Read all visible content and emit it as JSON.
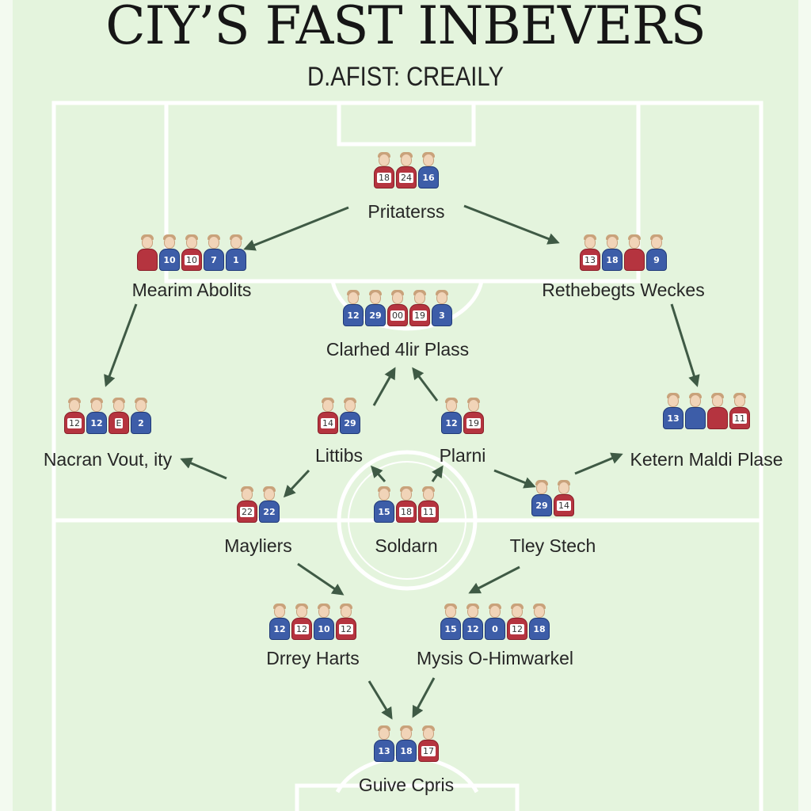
{
  "title": "CIY’S FAST INBEVERS",
  "subtitle": "D.AFIST: CREAILY",
  "colors": {
    "pitch": "#e4f4dd",
    "lines": "#ffffff",
    "arrow": "#3f5a45",
    "team_red": "#b5343f",
    "team_blue": "#3d5da8"
  },
  "nodes": [
    {
      "id": "n1",
      "label": "Pritaterss",
      "players": [
        {
          "team": "red",
          "number": "18"
        },
        {
          "team": "red",
          "number": "24"
        },
        {
          "team": "blue",
          "number": "16"
        }
      ]
    },
    {
      "id": "n2",
      "label": "Mearim Abolits",
      "players": [
        {
          "team": "red",
          "number": ""
        },
        {
          "team": "blue",
          "number": "10"
        },
        {
          "team": "red",
          "number": "10"
        },
        {
          "team": "blue",
          "number": "7"
        },
        {
          "team": "blue",
          "number": "1"
        }
      ]
    },
    {
      "id": "n3",
      "label": "Rethebegts Weckes",
      "players": [
        {
          "team": "red",
          "number": "13"
        },
        {
          "team": "blue",
          "number": "18"
        },
        {
          "team": "red",
          "number": ""
        },
        {
          "team": "blue",
          "number": "9"
        }
      ]
    },
    {
      "id": "n4",
      "label": "Clarhed 4lir Plass",
      "players": [
        {
          "team": "blue",
          "number": "12"
        },
        {
          "team": "blue",
          "number": "29"
        },
        {
          "team": "red",
          "number": "00"
        },
        {
          "team": "red",
          "number": "19"
        },
        {
          "team": "blue",
          "number": "3"
        }
      ]
    },
    {
      "id": "n5",
      "label": "Nacran Vout, ity",
      "players": [
        {
          "team": "red",
          "number": "12"
        },
        {
          "team": "blue",
          "number": "12"
        },
        {
          "team": "red",
          "number": "E"
        },
        {
          "team": "blue",
          "number": "2"
        }
      ]
    },
    {
      "id": "n6",
      "label": "Littibs",
      "players": [
        {
          "team": "red",
          "number": "14"
        },
        {
          "team": "blue",
          "number": "29"
        }
      ]
    },
    {
      "id": "n7",
      "label": "Plarni",
      "players": [
        {
          "team": "blue",
          "number": "12"
        },
        {
          "team": "red",
          "number": "19"
        }
      ]
    },
    {
      "id": "n8",
      "label": "Ketern Maldi Plase",
      "players": [
        {
          "team": "blue",
          "number": "13"
        },
        {
          "team": "blue",
          "number": ""
        },
        {
          "team": "red",
          "number": ""
        },
        {
          "team": "red",
          "number": "11"
        }
      ]
    },
    {
      "id": "n9",
      "label": "Mayliers",
      "players": [
        {
          "team": "red",
          "number": "22"
        },
        {
          "team": "blue",
          "number": "22"
        }
      ]
    },
    {
      "id": "n10",
      "label": "Soldarn",
      "players": [
        {
          "team": "blue",
          "number": "15"
        },
        {
          "team": "red",
          "number": "18"
        },
        {
          "team": "red",
          "number": "11"
        }
      ]
    },
    {
      "id": "n11",
      "label": "Tley Stech",
      "players": [
        {
          "team": "blue",
          "number": "29"
        },
        {
          "team": "red",
          "number": "14"
        }
      ]
    },
    {
      "id": "n12",
      "label": "Drrey Harts",
      "players": [
        {
          "team": "blue",
          "number": "12"
        },
        {
          "team": "red",
          "number": "12"
        },
        {
          "team": "blue",
          "number": "10"
        },
        {
          "team": "red",
          "number": "12"
        }
      ]
    },
    {
      "id": "n13",
      "label": "Mysis O-Himwarkel",
      "players": [
        {
          "team": "blue",
          "number": "15"
        },
        {
          "team": "blue",
          "number": "12"
        },
        {
          "team": "blue",
          "number": "0"
        },
        {
          "team": "red",
          "number": "12"
        },
        {
          "team": "blue",
          "number": "18"
        }
      ]
    },
    {
      "id": "n14",
      "label": "Guive Cpris",
      "players": [
        {
          "team": "blue",
          "number": "13"
        },
        {
          "team": "blue",
          "number": "18"
        },
        {
          "team": "red",
          "number": "17"
        }
      ]
    }
  ],
  "connections": [
    {
      "from": "n1",
      "to": "n2"
    },
    {
      "from": "n1",
      "to": "n3"
    },
    {
      "from": "n2",
      "to": "n5"
    },
    {
      "from": "n3",
      "to": "n8"
    },
    {
      "from": "n6",
      "to": "n4"
    },
    {
      "from": "n7",
      "to": "n4"
    },
    {
      "from": "n6",
      "to": "n5"
    },
    {
      "from": "n6",
      "to": "n9"
    },
    {
      "from": "n7",
      "to": "n11"
    },
    {
      "from": "n11",
      "to": "n8"
    },
    {
      "from": "n10",
      "to": "n6"
    },
    {
      "from": "n10",
      "to": "n7"
    },
    {
      "from": "n9",
      "to": "n12"
    },
    {
      "from": "n11",
      "to": "n13"
    },
    {
      "from": "n12",
      "to": "n14"
    },
    {
      "from": "n13",
      "to": "n14"
    }
  ]
}
